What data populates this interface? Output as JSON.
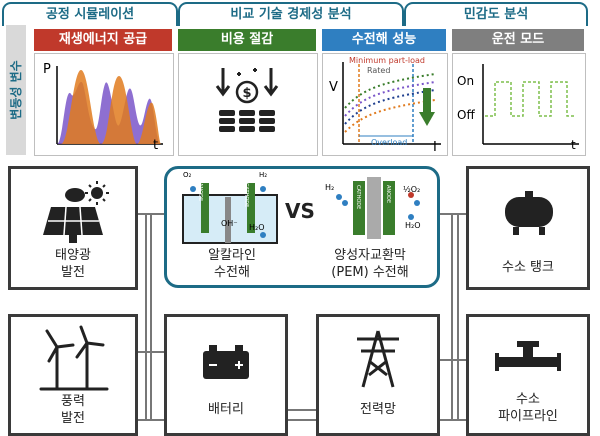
{
  "tabs": {
    "simulation": "공정 시뮬레이션",
    "economics": "비교 기술 경제성 분석",
    "sensitivity": "민감도 분석"
  },
  "sidebar_label": "변동성 변수",
  "panels": {
    "renewable": {
      "title": "재생에너지 공급",
      "y_label": "P",
      "x_label": "t"
    },
    "cost": {
      "title": "비용 절감"
    },
    "performance": {
      "title": "수전해 성능",
      "y_label": "V",
      "x_label": "I",
      "min_partload": "Minimum part-load",
      "rated": "Rated",
      "overload": "Overload"
    },
    "operation": {
      "title": "운전 모드",
      "on": "On",
      "off": "Off",
      "x_label": "t"
    }
  },
  "nodes": {
    "solar": "태양광\n발전",
    "wind": "풍력\n발전",
    "battery": "배터리",
    "grid": "전력망",
    "tank": "수소 탱크",
    "pipeline": "수소\n파이프라인"
  },
  "electrolysis": {
    "alkaline": {
      "label": "알칼라인\n수전해",
      "o2": "O₂",
      "h2": "H₂",
      "oh": "OH⁻",
      "h2o": "H₂O",
      "anode": "ANODE",
      "cathode": "CATHODE"
    },
    "vs": "VS",
    "pem": {
      "label": "양성자교환막\n(PEM) 수전해",
      "h2": "H₂",
      "o2": "½O₂",
      "h2o": "H₂O",
      "anode": "ANODE",
      "cathode": "CATHODE"
    }
  },
  "colors": {
    "teal": "#1d6b86",
    "header_red": "#c0392b",
    "header_green": "#3a7d2c",
    "header_blue": "#2f7fc1",
    "header_gray": "#7f7f7f"
  }
}
